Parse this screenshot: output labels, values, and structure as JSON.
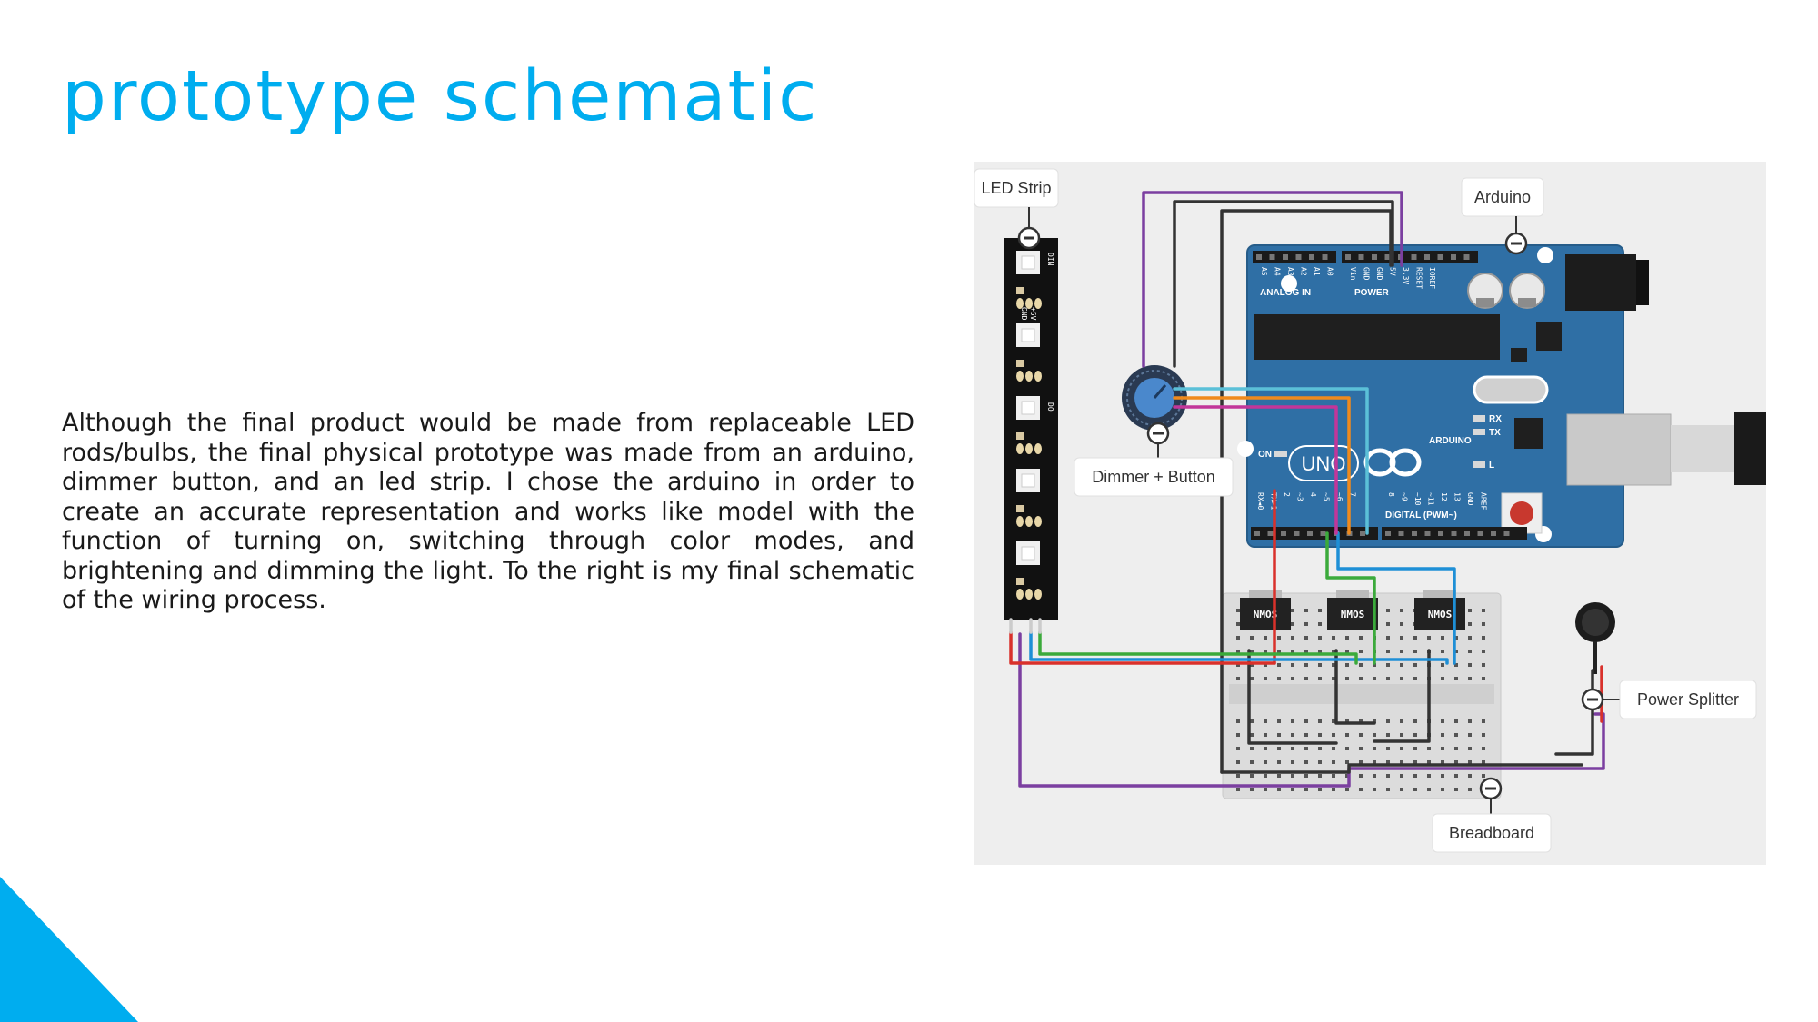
{
  "slide": {
    "title": "prototype schematic",
    "paragraph": "Although the final product would be made from replaceable LED rods/bulbs, the final physical prototype was made from an arduino, dimmer button, and an led strip. I chose the arduino in order to create an accurate representation and works like model with the function of turning on, switching through color modes, and brightening and dimming the light. To the right is my final schematic of the wiring process."
  },
  "schematic": {
    "callouts": {
      "led_strip": "LED Strip",
      "arduino": "Arduino",
      "dimmer": "Dimmer + Button",
      "power_splitter": "Power Splitter",
      "breadboard": "Breadboard"
    },
    "arduino_labels": {
      "analog_in": "ANALOG IN",
      "power": "POWER",
      "digital": "DIGITAL (PWM~)",
      "uno": "UNO",
      "brand": "ARDUINO",
      "on": "ON",
      "tx": "TX",
      "rx": "RX",
      "l": "L",
      "analog_pins": [
        "A0",
        "A1",
        "A2",
        "A3",
        "A4",
        "A5"
      ],
      "power_pins": [
        "Vin",
        "GND",
        "GND",
        "5V",
        "3.3V",
        "RESET",
        "IOREF"
      ],
      "digital_pins_left": [
        "RX◄0",
        "TX►1",
        "2",
        "~3",
        "4",
        "~5",
        "~6",
        "7"
      ],
      "digital_pins_right": [
        "8",
        "~9",
        "~10",
        "~11",
        "12",
        "13",
        "GND",
        "AREF"
      ]
    },
    "transistor_label": "NMOS",
    "strip_pin_labels": [
      "DIN",
      "+5V",
      "GND",
      "DO"
    ],
    "colors": {
      "accent": "#00ADEF",
      "board": "#2F6FA5",
      "purple_wire": "#7B3FA0",
      "black_wire": "#333333",
      "red_wire": "#D9312B",
      "blue_wire": "#1E8FD6",
      "green_wire": "#3BAA3B",
      "orange_wire": "#F08A1C",
      "cyan_wire": "#5BC0D8",
      "magenta_wire": "#C2369A"
    }
  }
}
